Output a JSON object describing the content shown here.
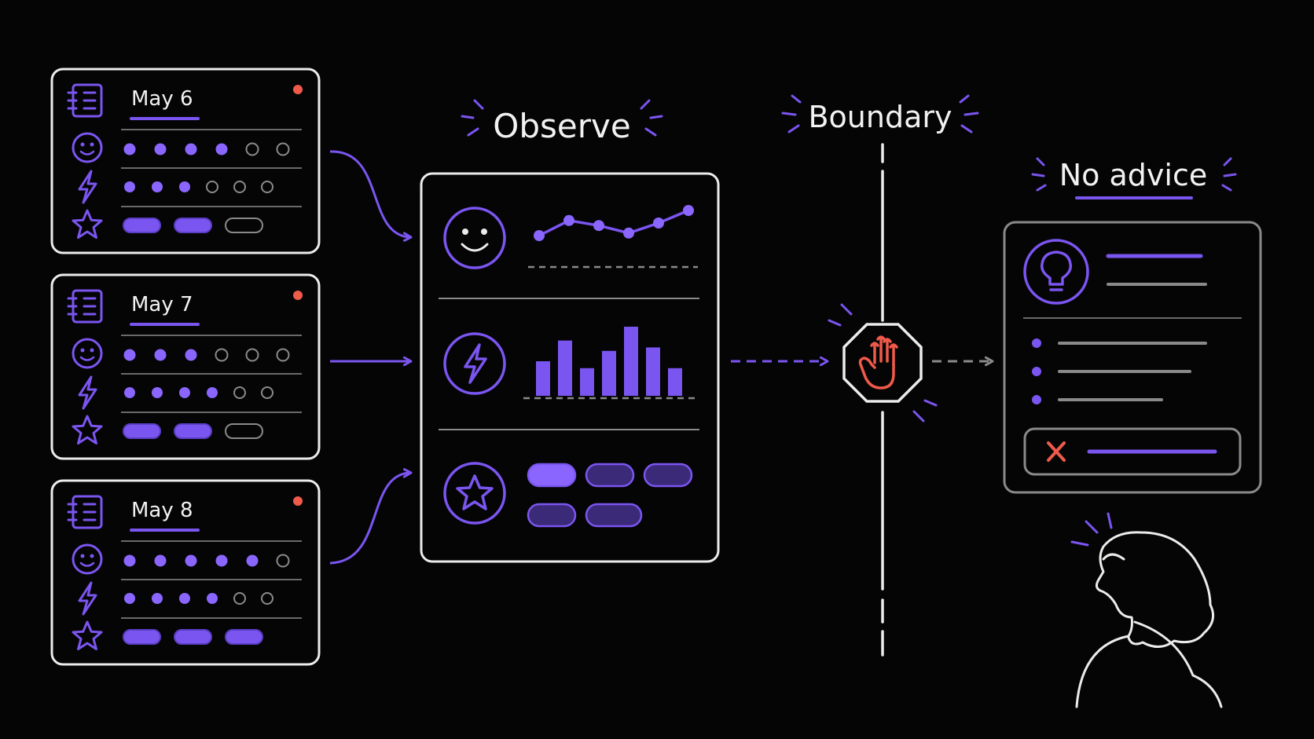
{
  "colors": {
    "background": "#050506",
    "outline": "#ececec",
    "accent": "#7b55f0",
    "accent_light": "#8a66ff",
    "accent_dark": "#3a2a78",
    "gray": "#8a8a8a",
    "stop_red": "#f05a4a"
  },
  "entries": [
    {
      "date": "May 6",
      "mood": [
        1,
        1,
        1,
        1,
        0,
        0
      ],
      "energy": [
        1,
        1,
        1,
        0,
        0,
        0
      ],
      "tags": [
        1,
        1,
        0
      ]
    },
    {
      "date": "May 7",
      "mood": [
        1,
        1,
        1,
        0,
        0,
        0
      ],
      "energy": [
        1,
        1,
        1,
        1,
        0,
        0
      ],
      "tags": [
        1,
        1,
        0
      ]
    },
    {
      "date": "May 8",
      "mood": [
        1,
        1,
        1,
        1,
        1,
        0
      ],
      "energy": [
        1,
        1,
        1,
        1,
        0,
        0
      ],
      "tags": [
        1,
        1,
        1
      ]
    }
  ],
  "entry_icons": [
    "journal-icon",
    "smiley-icon",
    "lightning-icon",
    "star-icon"
  ],
  "observe": {
    "title": "Observe",
    "mood_trend": [
      2,
      3.2,
      2.8,
      2.2,
      3,
      4
    ],
    "energy_bars": [
      5,
      8,
      4,
      6.5,
      10,
      7,
      4
    ],
    "tag_pills": [
      1,
      0,
      0,
      0,
      0
    ]
  },
  "boundary": {
    "title": "Boundary",
    "stop_icon": "stop-hand-icon"
  },
  "advice": {
    "title": "No advice",
    "icon": "lightbulb-icon",
    "rejected_icon": "x-icon"
  },
  "person_icon": "person-silhouette-icon"
}
